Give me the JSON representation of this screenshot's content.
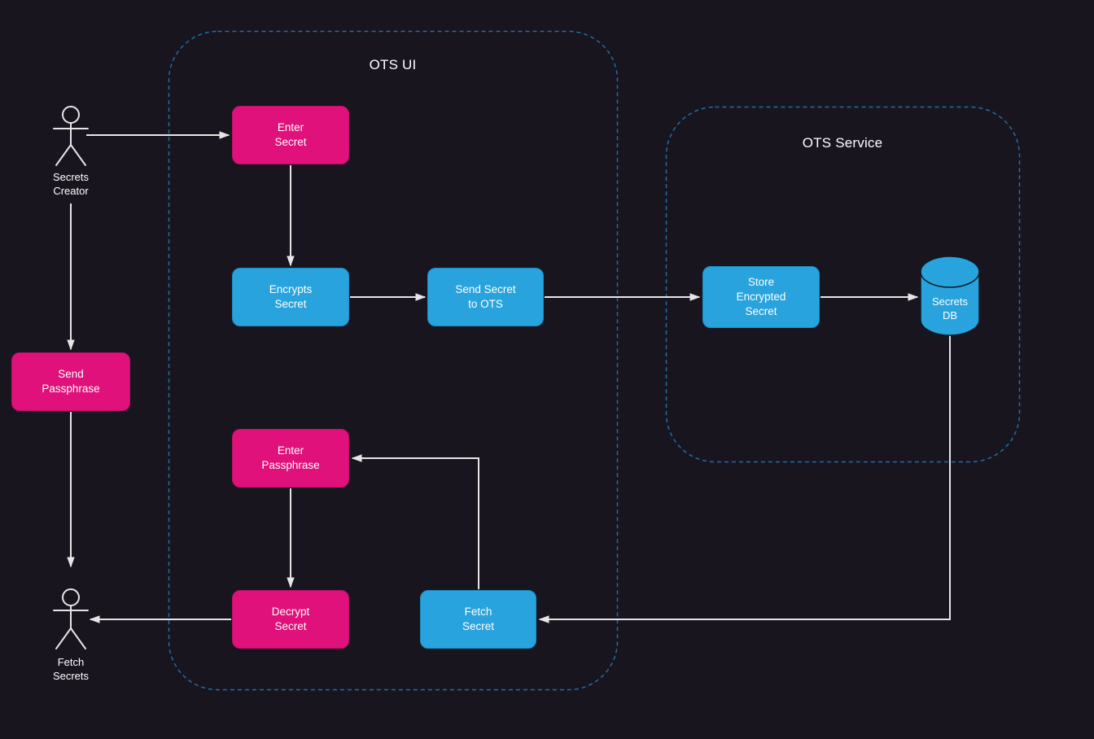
{
  "colors": {
    "background": "#18151f",
    "node_pink": "#e0117a",
    "node_blue": "#29a3dd",
    "node_pink_border": "#c20d69",
    "node_blue_border": "#1c8ec6",
    "container_border": "#1e6ea5",
    "line": "#e6e6e6",
    "text": "#ffffff",
    "cylinder_stroke": "#0d1b26"
  },
  "containers": {
    "ots_ui": {
      "label": "OTS UI"
    },
    "ots_service": {
      "label": "OTS Service"
    }
  },
  "actors": {
    "secrets_creator": {
      "label": "Secrets\nCreator"
    },
    "fetch_secrets": {
      "label": "Fetch\nSecrets"
    }
  },
  "nodes": {
    "enter_secret": {
      "label": "Enter\nSecret",
      "color": "pink"
    },
    "encrypts_secret": {
      "label": "Encrypts\nSecret",
      "color": "blue"
    },
    "send_secret_to_ots": {
      "label": "Send Secret\nto OTS",
      "color": "blue"
    },
    "store_encrypted_secret": {
      "label": "Store\nEncrypted\nSecret",
      "color": "blue"
    },
    "secrets_db": {
      "label": "Secrets\nDB",
      "color": "blue",
      "shape": "cylinder"
    },
    "send_passphrase": {
      "label": "Send\nPassphrase",
      "color": "pink"
    },
    "enter_passphrase": {
      "label": "Enter\nPassphrase",
      "color": "pink"
    },
    "decrypt_secret": {
      "label": "Decrypt\nSecret",
      "color": "pink"
    },
    "fetch_secret": {
      "label": "Fetch\nSecret",
      "color": "blue"
    }
  }
}
